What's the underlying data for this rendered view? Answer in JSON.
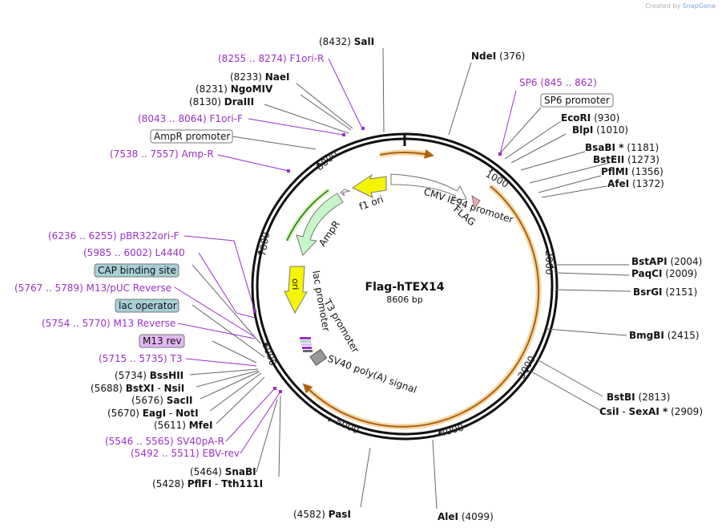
{
  "credit": {
    "prefix": "Created by",
    "brand": "SnapGene"
  },
  "plasmid": {
    "name": "Flag-hTEX14",
    "length": "8606 bp"
  },
  "ticks": [
    "1000",
    "2000",
    "3000",
    "4000",
    "5000",
    "6000",
    "7000",
    "8000"
  ],
  "features": {
    "f1_ori": "f1 ori",
    "cmv": "CMV IE94 promoter",
    "flag": "FLAG",
    "ampr": "AmpR",
    "ori": "ori",
    "lac": "lac promoter",
    "t3": "T3 promoter",
    "sv40": "SV40 poly(A) signal"
  },
  "sites": [
    {
      "name": "SalI",
      "pos": "(8432)"
    },
    {
      "name": "NdeI",
      "pos": "(376)"
    },
    {
      "name": "NaeI",
      "pos": "(8233)"
    },
    {
      "name": "NgoMIV",
      "pos": "(8231)"
    },
    {
      "name": "DraIII",
      "pos": "(8130)"
    },
    {
      "name": "EcoRI",
      "pos": "(930)"
    },
    {
      "name": "BlpI",
      "pos": "(1010)"
    },
    {
      "name": "BsaBI *",
      "pos": "(1181)"
    },
    {
      "name": "BstEII",
      "pos": "(1273)"
    },
    {
      "name": "PflMI",
      "pos": "(1356)"
    },
    {
      "name": "AfeI",
      "pos": "(1372)"
    },
    {
      "name": "BstAPI",
      "pos": "(2004)"
    },
    {
      "name": "PaqCI",
      "pos": "(2009)"
    },
    {
      "name": "BsrGI",
      "pos": "(2151)"
    },
    {
      "name": "BmgBI",
      "pos": "(2415)"
    },
    {
      "name": "BstBI",
      "pos": "(2813)"
    },
    {
      "name": "CsiI",
      "pos": "(2909)"
    },
    {
      "name": "SexAI *",
      "pos": ""
    },
    {
      "name": "BssHII",
      "pos": "(5734)"
    },
    {
      "name": "BstXI",
      "pos": "(5688)"
    },
    {
      "name": "NsiI",
      "pos": ""
    },
    {
      "name": "SacII",
      "pos": "(5676)"
    },
    {
      "name": "EagI",
      "pos": "(5670)"
    },
    {
      "name": "NotI",
      "pos": ""
    },
    {
      "name": "MfeI",
      "pos": "(5611)"
    },
    {
      "name": "SnaBI",
      "pos": "(5464)"
    },
    {
      "name": "PflFI",
      "pos": "(5428)"
    },
    {
      "name": "Tth111I",
      "pos": ""
    },
    {
      "name": "PasI",
      "pos": "(4582)"
    },
    {
      "name": "AleI",
      "pos": "(4099)"
    }
  ],
  "primers": [
    {
      "name": "F1ori-R",
      "range": "(8255 .. 8274)"
    },
    {
      "name": "SP6",
      "range": "(845 .. 862)"
    },
    {
      "name": "F1ori-F",
      "range": "(8043 .. 8064)"
    },
    {
      "name": "Amp-R",
      "range": "(7538 .. 7557)"
    },
    {
      "name": "pBR322ori-F",
      "range": "(6236 .. 6255)"
    },
    {
      "name": "L4440",
      "range": "(5985 .. 6002)"
    },
    {
      "name": "M13/pUC Reverse",
      "range": "(5767 .. 5789)"
    },
    {
      "name": "M13 Reverse",
      "range": "(5754 .. 5770)"
    },
    {
      "name": "T3",
      "range": "(5715 .. 5735)"
    },
    {
      "name": "SV40pA-R",
      "range": "(5546 .. 5565)"
    },
    {
      "name": "EBV-rev",
      "range": "(5492 .. 5511)"
    }
  ],
  "boxed": {
    "sp6_promoter": "SP6 promoter",
    "ampr_promoter": "AmpR promoter",
    "cap": "CAP binding site",
    "lac_operator": "lac operator",
    "m13rev": "M13 rev"
  },
  "dash": "-",
  "colors": {
    "primer": "#9b30c8",
    "orf": "#e8a838",
    "yellow": "#f5f500",
    "green": "#c8f5c8",
    "cap_box": "#a9cfd6",
    "m13_box": "#e3b8f0"
  }
}
